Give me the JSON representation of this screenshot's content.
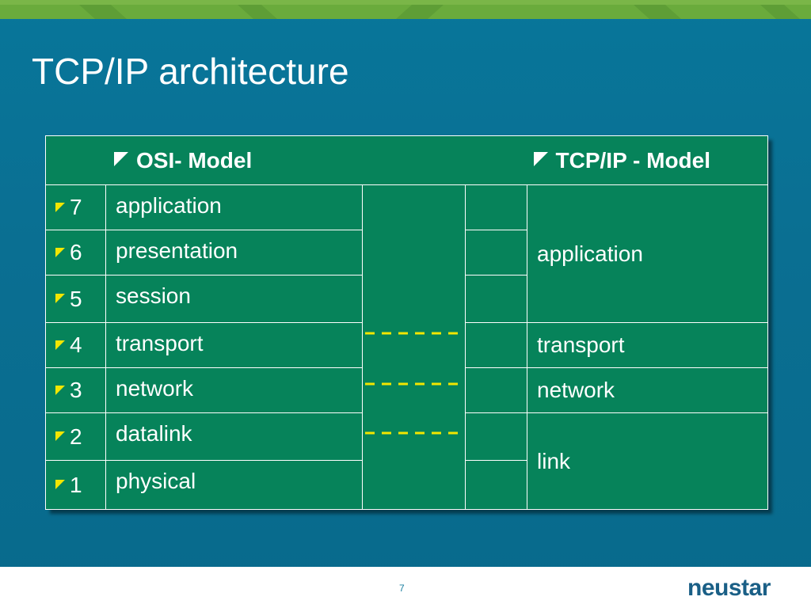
{
  "slide": {
    "title": "TCP/IP architecture",
    "page_number": "7"
  },
  "table": {
    "osi_header": "OSI- Model",
    "tcp_header": "TCP/IP - Model",
    "osi_layers": [
      {
        "number": "7",
        "name": "application"
      },
      {
        "number": "6",
        "name": "presentation"
      },
      {
        "number": "5",
        "name": "session"
      },
      {
        "number": "4",
        "name": "transport"
      },
      {
        "number": "3",
        "name": "network"
      },
      {
        "number": "2",
        "name": "datalink"
      },
      {
        "number": "1",
        "name": "physical"
      }
    ],
    "tcp_layers": {
      "application": "application",
      "transport": "transport",
      "network": "network",
      "link": "link"
    }
  },
  "logo": {
    "text": "neustar",
    "name_color": "#1a5f86",
    "accent_color": "#8dc63f"
  },
  "colors": {
    "background": "#08769a",
    "table_fill": "#06835a",
    "top_band": "#7ab648",
    "dash_color": "#f2e600",
    "bullet_color": "#f2e600"
  }
}
